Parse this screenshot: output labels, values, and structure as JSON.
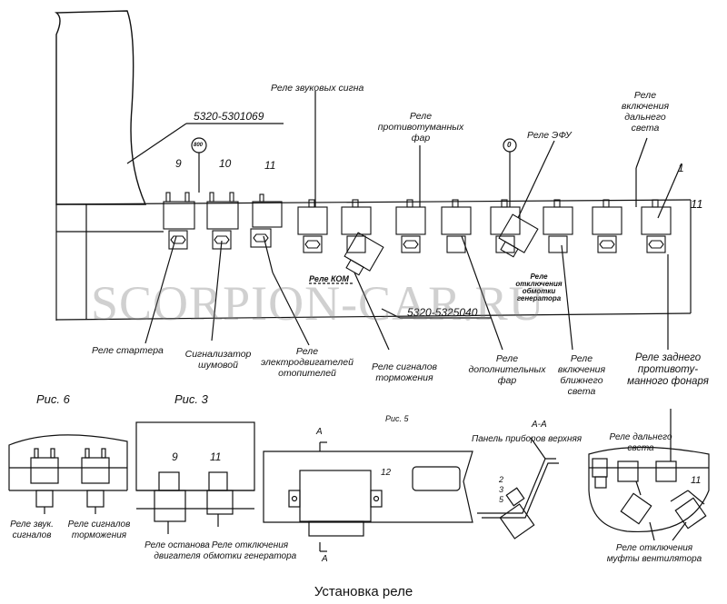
{
  "codes": {
    "top": "5320-5301069",
    "mid": "5320-5325040"
  },
  "numbers": {
    "n9": "9",
    "n10": "10",
    "n11": "11",
    "n1": "1",
    "n11r": "11",
    "circ800": "800",
    "circ0": "0",
    "b9": "9",
    "b11": "11",
    "b12": "12",
    "s2": "2",
    "s3": "3",
    "s5": "5",
    "r11": "11"
  },
  "labels": {
    "rele_zvukovyh": "Реле звуковых сигна",
    "rele_protivotum": "Реле\nпротивотуманных\nфар",
    "rele_efu": "Реле ЭФУ",
    "rele_dalnego": "Реле\nвключения\nдальнего\nсвета",
    "rele_kom": "Реле КОМ",
    "rele_otkl_obm": "Реле\nотключения\nобмотки\nгенератора",
    "rele_startera": "Реле стартера",
    "signalizator": "Сигнализатор\nшумовой",
    "rele_elektrodv": "Реле\nэлектродвигателей\nотопителей",
    "rele_signalov_torm": "Реле сигналов\nторможения",
    "rele_dopoln": "Реле\nдополнительных\nфар",
    "rele_blizhnego": "Реле\nвключения\nближнего\nсвета",
    "rele_zadnego": "Реле заднего\nпротивоту-\nманного фонаря",
    "rele_zvuk": "Реле звук.\nсигналов",
    "rele_signalov_torm2": "Реле сигналов\nторможения",
    "rele_ostanova": "Реле останова\nдвигателя",
    "rele_otkl_gen": "Реле отключения\nобмотки генератора",
    "panel": "Панель приборов верхняя",
    "rele_dalnego2": "Реле дальнего\nсвета",
    "rele_mufty": "Реле отключения\nмуфты вентилятора"
  },
  "figures": {
    "ris6": "Рис. 6",
    "ris3": "Рис. 3",
    "ris5": "Рис. 5",
    "aa": "А-А",
    "a_top": "А",
    "a_bot": "А"
  },
  "watermark": "SCORPION-CAR.RU",
  "caption": "Установка реле"
}
